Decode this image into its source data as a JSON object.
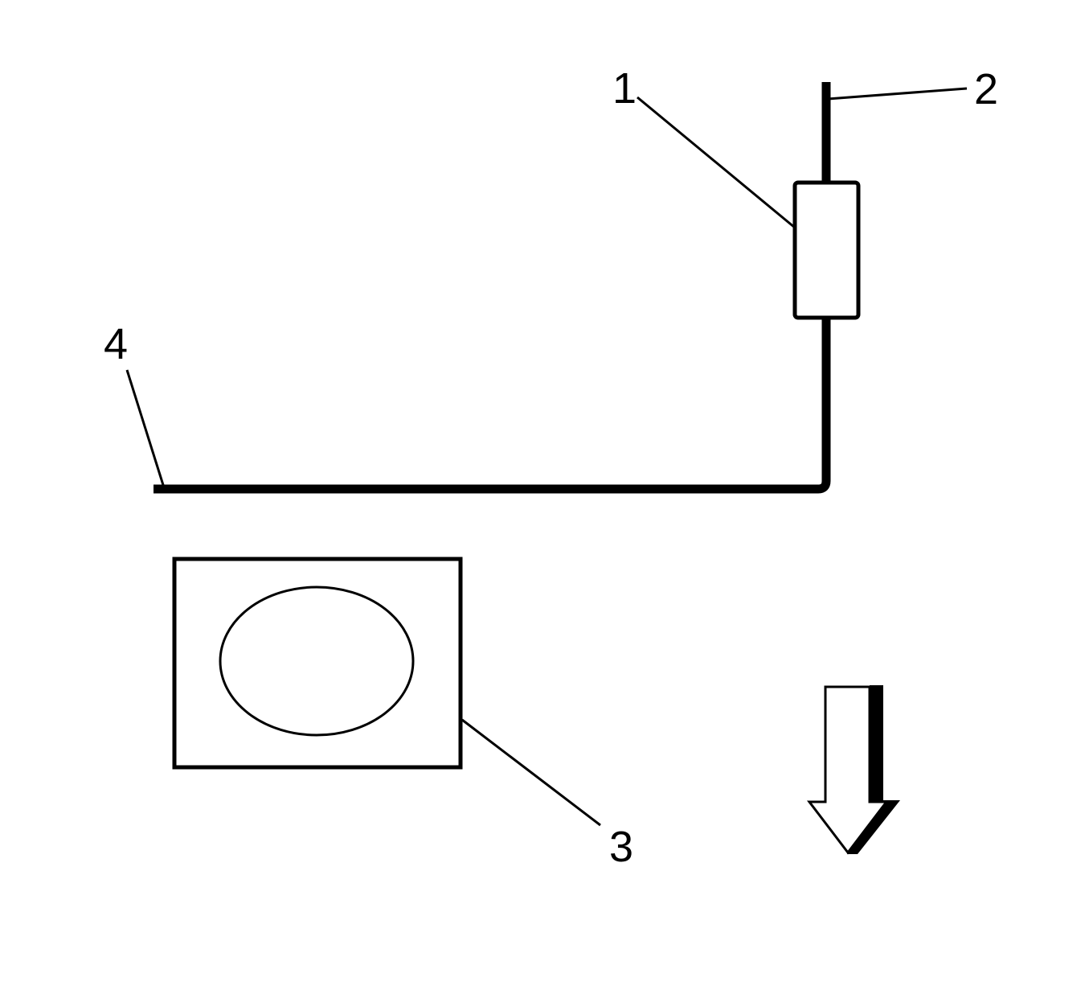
{
  "callouts": {
    "c1": "1",
    "c2": "2",
    "c3": "3",
    "c4": "4"
  },
  "colors": {
    "stroke": "#000000",
    "background": "#ffffff"
  }
}
